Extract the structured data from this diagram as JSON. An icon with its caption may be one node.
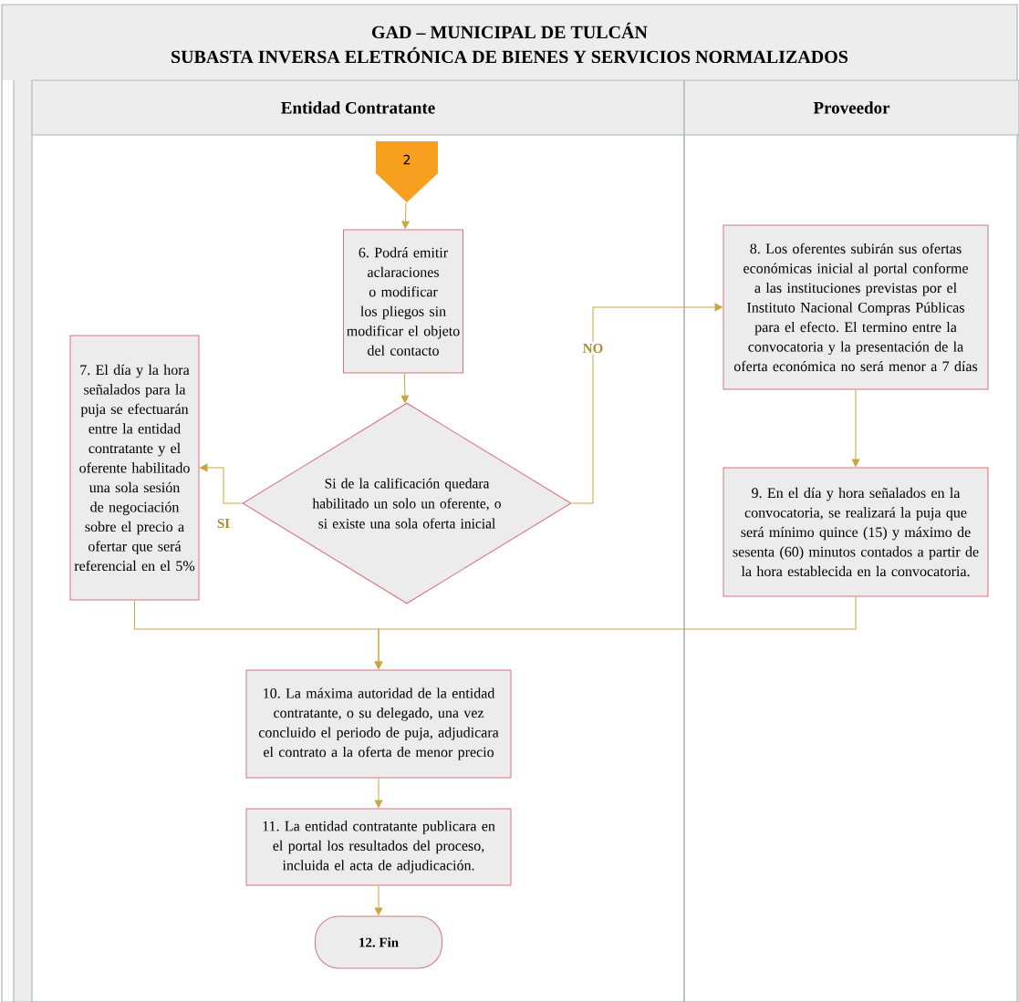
{
  "diagram": {
    "nodes": [
      {
        "text": [
          "GAD – MUNICIPAL DE TULCÁN",
          "SUBASTA INVERSA ELETRÓNICA DE BIENES Y SERVICIOS NORMALIZADOS"
        ]
      },
      {
        "text": [
          "Entidad Contratante"
        ],
        "in": 0
      },
      {
        "text": [
          "Proveedor"
        ],
        "in": 0
      },
      {
        "text": [
          "2"
        ],
        "in": 1
      },
      {
        "text": [
          "6. Podrá emitir aclaraciones o modificar los pliegos sin modificar el objeto del contacto"
        ],
        "in": 1
      },
      {
        "text": [
          "Si de la calificación quedara habilitado un solo un oferente, o si existe una sola oferta inicial"
        ],
        "in": 1
      },
      {
        "text": [
          "7. El día y la hora señalados para la puja se efectuarán entre la entidad contratante y el oferente habilitado una sola sesión de negociación sobre el precio a ofertar que será referencial en el 5%"
        ],
        "in": 1
      },
      {
        "text": [
          "8. Los oferentes subirán sus ofertas económicas inicial al portal conforme a las instituciones previstas por el Instituto Nacional Compras Públicas para el efecto. El termino entre la convocatoria y la presentación de la oferta económica no será menor a 7 días"
        ],
        "in": 2
      },
      {
        "text": [
          "9. En el día y hora señalados en la convocatoria, se realizará la puja que será mínimo quince (15) y máximo de sesenta (60) minutos contados a partir de la hora establecida en la convocatoria."
        ],
        "in": 2
      },
      {
        "text": [
          "10. La máxima autoridad de la entidad contratante, o su delegado, una vez concluido el periodo de puja, adjudicara el contrato a la oferta de menor precio"
        ],
        "in": 1
      },
      {
        "text": [
          "11. La entidad contratante publicara en el portal los resultados del proceso, incluida el acta de adjudicación."
        ],
        "in": 1
      },
      {
        "text": [
          "12. Fin"
        ],
        "in": 1
      }
    ],
    "edges": [
      {
        "from": 3,
        "to": 4,
        "arrow": "to"
      },
      {
        "from": 4,
        "to": 5,
        "arrow": "to"
      },
      {
        "from": 5,
        "to": 6,
        "arrow": "to",
        "label": "SI"
      },
      {
        "from": 5,
        "to": 7,
        "arrow": "to",
        "label": "NO"
      },
      {
        "from": 7,
        "to": 8,
        "arrow": "to"
      },
      {
        "from": 6,
        "to": 9,
        "arrow": "to"
      },
      {
        "from": 8,
        "to": 9,
        "arrow": "to"
      },
      {
        "from": 9,
        "to": 10,
        "arrow": "to"
      },
      {
        "from": 10,
        "to": 11,
        "arrow": "to"
      }
    ]
  }
}
